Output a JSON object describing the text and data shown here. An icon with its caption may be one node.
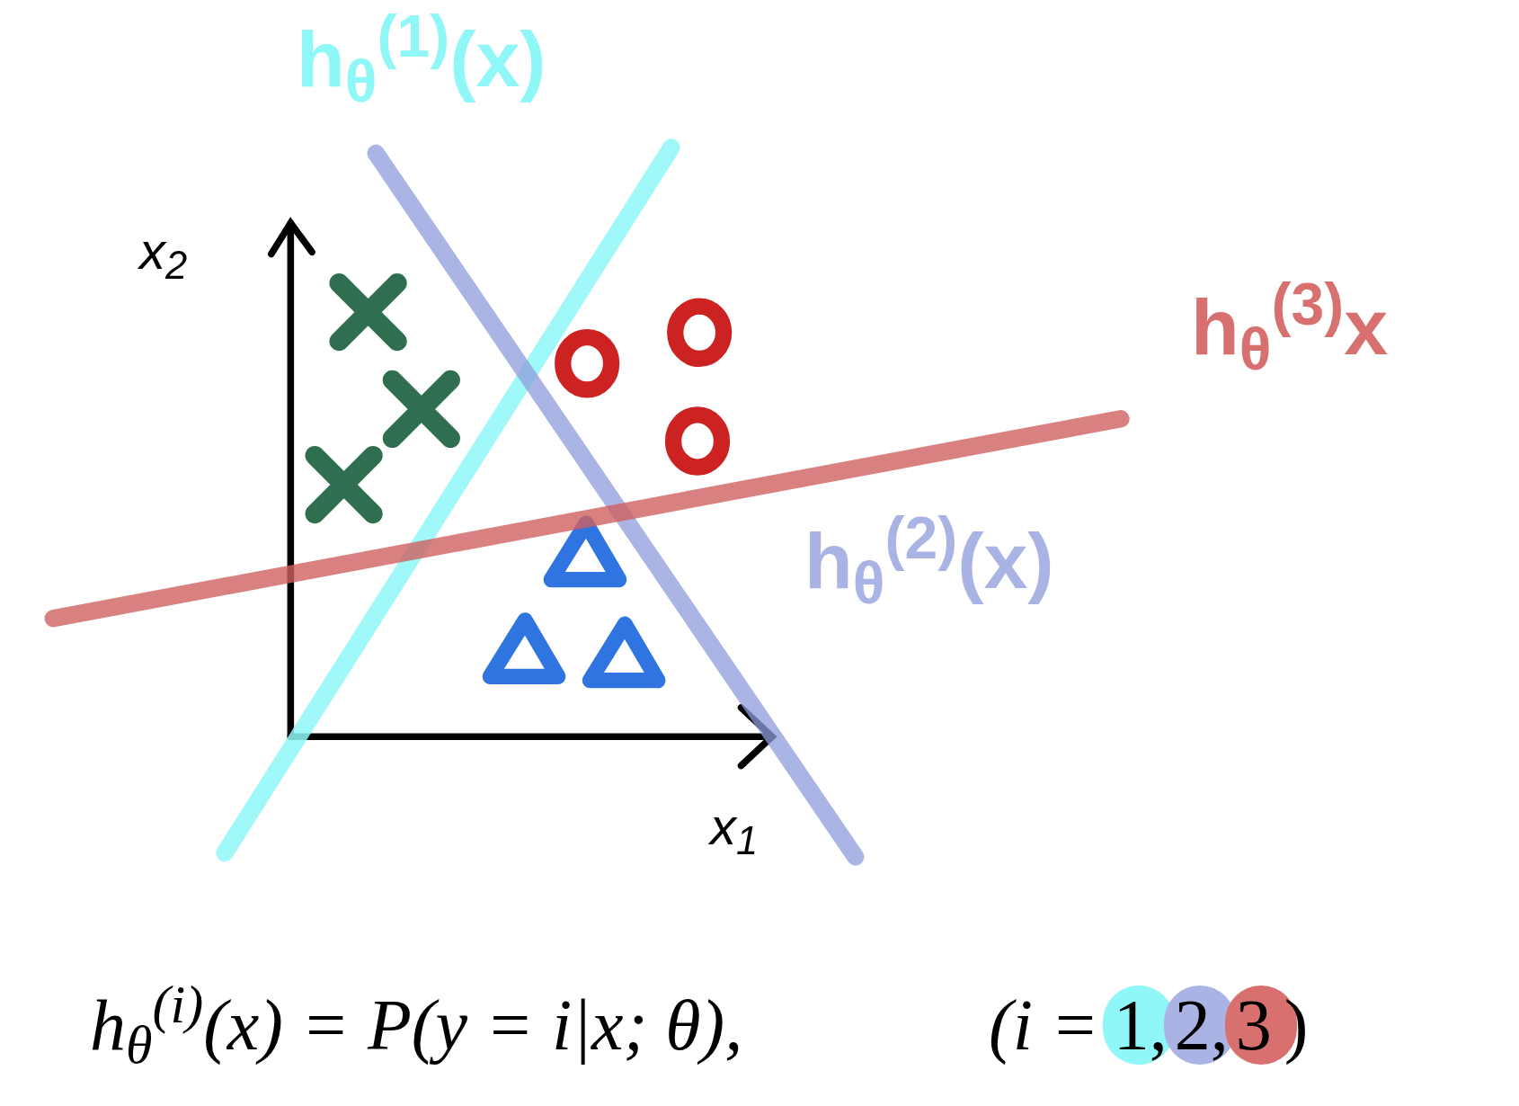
{
  "diagram": {
    "labels": [
      "h$_{θ}$$^{(1)}$(x)",
      "x$_{2}$",
      "h$_{θ}$$^{(3)}$x",
      "h$_{θ}$$^{(2)}$(x)",
      "x$_{1}$",
      "h$_{θ}$$^{(i)}$(x) = P(y = i|x; θ),",
      "(i =",
      ")"
    ],
    "legend": [
      {
        "text": "1,",
        "color": "#8ff7f7"
      },
      {
        "text": "2,",
        "color": "#aab4e4"
      },
      {
        "text": "3",
        "color": "#d87070"
      }
    ]
  }
}
